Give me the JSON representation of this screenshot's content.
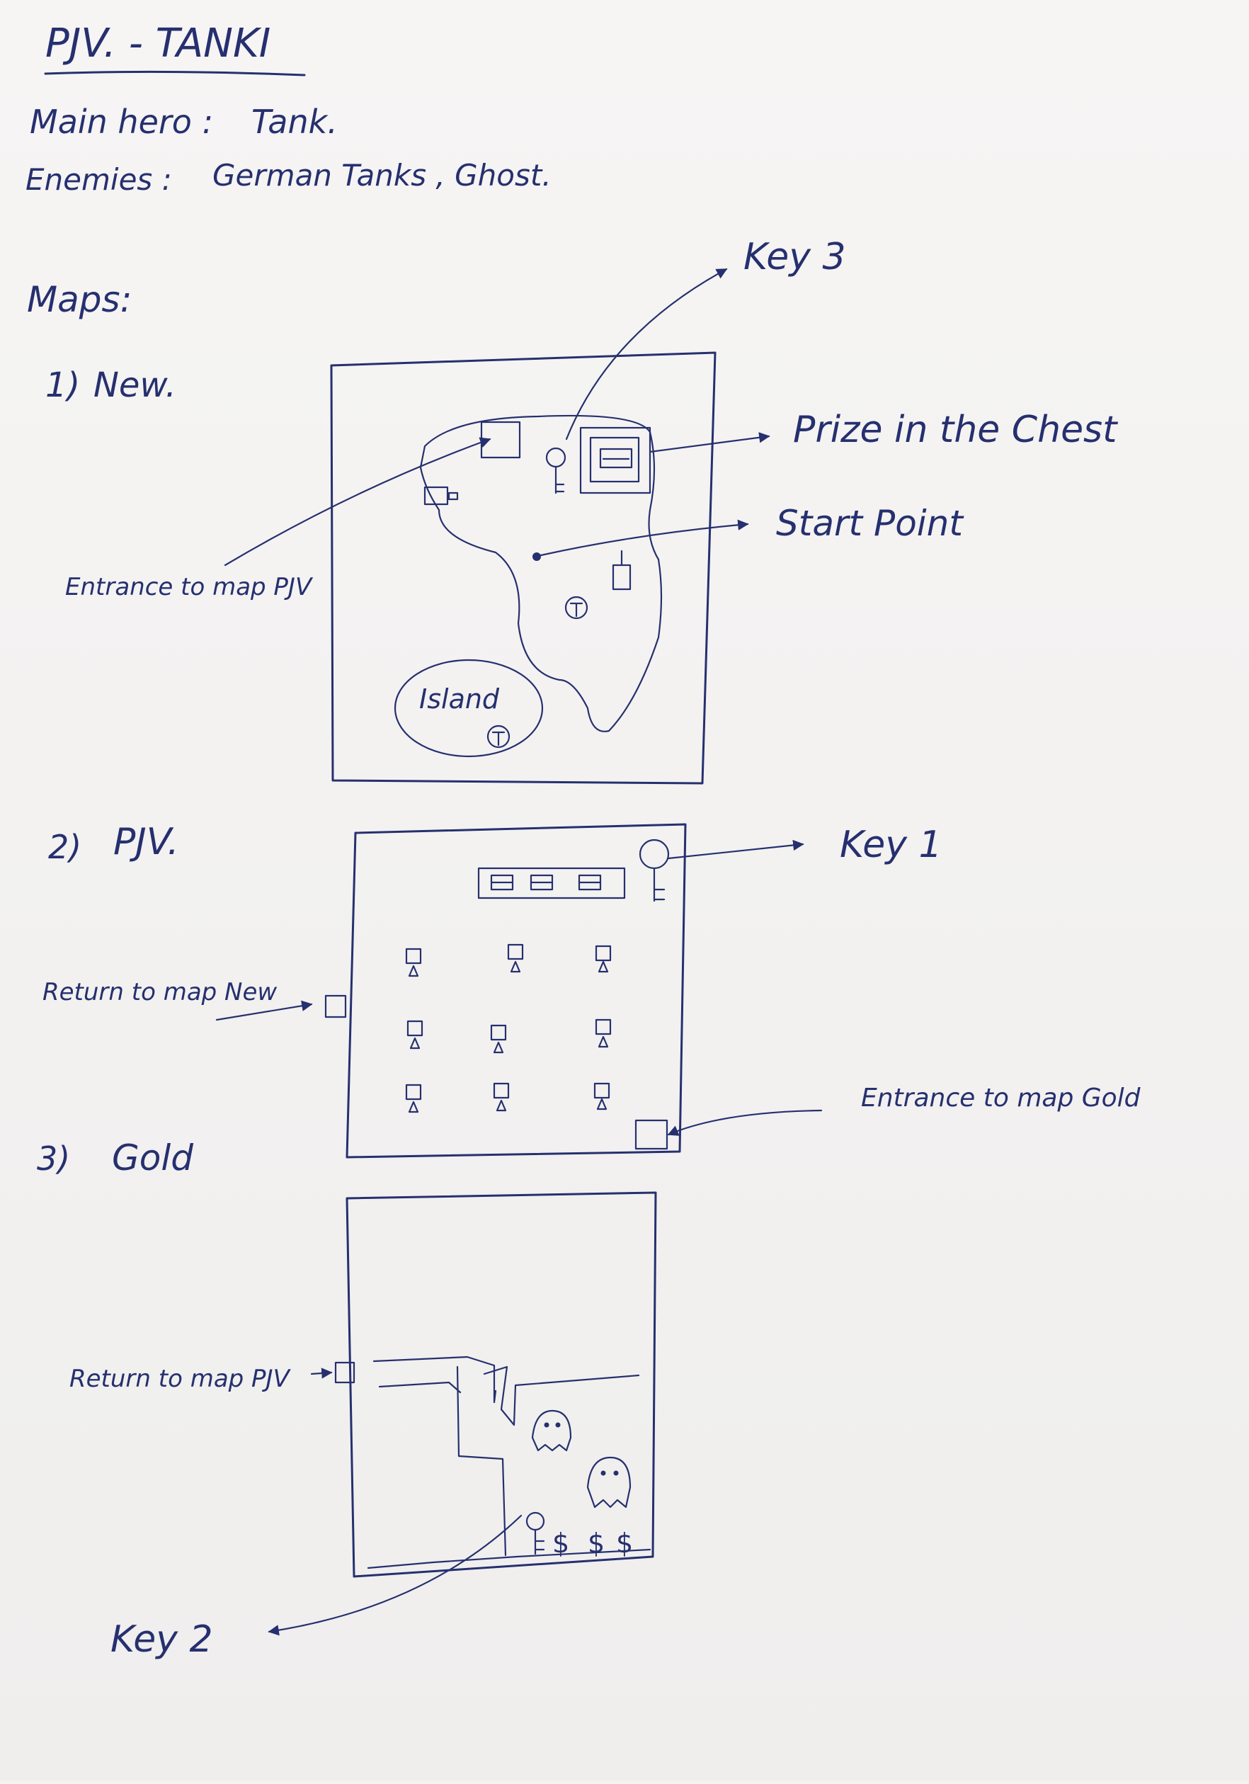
{
  "title": "PJV. - TANKI",
  "main_hero": {
    "label": "Main hero :",
    "value": "Tank."
  },
  "enemies": {
    "label": "Enemies :",
    "value": "German Tanks , Ghost."
  },
  "maps_heading": "Maps:",
  "maps": [
    {
      "number": "1)",
      "name": "New.",
      "island_label": "Island",
      "annotations": {
        "key": "Key 3",
        "prize": "Prize in the Chest",
        "start": "Start Point",
        "entrance": "Entrance to map PJV"
      }
    },
    {
      "number": "2)",
      "name": "PJV.",
      "annotations": {
        "key": "Key 1",
        "return": "Return to map New",
        "entrance": "Entrance to map Gold"
      }
    },
    {
      "number": "3)",
      "name": "Gold",
      "annotations": {
        "return": "Return to map PJV",
        "key": "Key 2"
      }
    }
  ],
  "icons": [
    "key-icon",
    "chest-icon",
    "tank-icon",
    "ghost-icon",
    "dollar-icon",
    "door-icon",
    "turret-icon"
  ],
  "ink_color": "#26306f",
  "paper_color": "#f3f2f1"
}
